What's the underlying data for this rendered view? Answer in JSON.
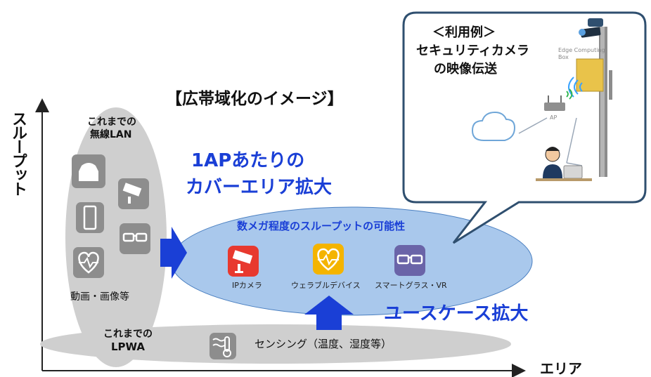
{
  "title": "【広帯域化のイメージ】",
  "axes": {
    "y_label": "スループット",
    "x_label": "エリア"
  },
  "wlan": {
    "heading_line1": "これまでの",
    "heading_line2": "無線LAN",
    "caption": "動画・画像等"
  },
  "lpwa": {
    "heading_line1": "これまでの",
    "heading_line2": "LPWA",
    "caption": "センシング（温度、湿度等）"
  },
  "headline": {
    "line1": "1APあたりの",
    "line2": "カバーエリア拡大"
  },
  "new_area": {
    "caption": "数メガ程度のスループットの可能性",
    "items": [
      {
        "label": "IPカメラ",
        "icon": "security-camera-icon",
        "color": "#e8392f"
      },
      {
        "label": "ウェラブルデバイス",
        "icon": "heart-rate-icon",
        "color": "#f4b400"
      },
      {
        "label": "スマートグラス・VR",
        "icon": "smart-glasses-icon",
        "color": "#6a64a8"
      }
    ]
  },
  "use_case": "ユースケース拡大",
  "callout": {
    "heading": "＜利用例＞",
    "line1": "セキュリティカメラ",
    "line2": "の映像伝送",
    "device_label_1": "Edge Computing",
    "device_label_2": "Box",
    "ap_label": "AP"
  },
  "colors": {
    "accent_blue": "#1a3fd6",
    "ellipse_blue": "#a9c8ec",
    "ellipse_gray": "#cfcfcf",
    "callout_border": "#2f4f6f"
  }
}
